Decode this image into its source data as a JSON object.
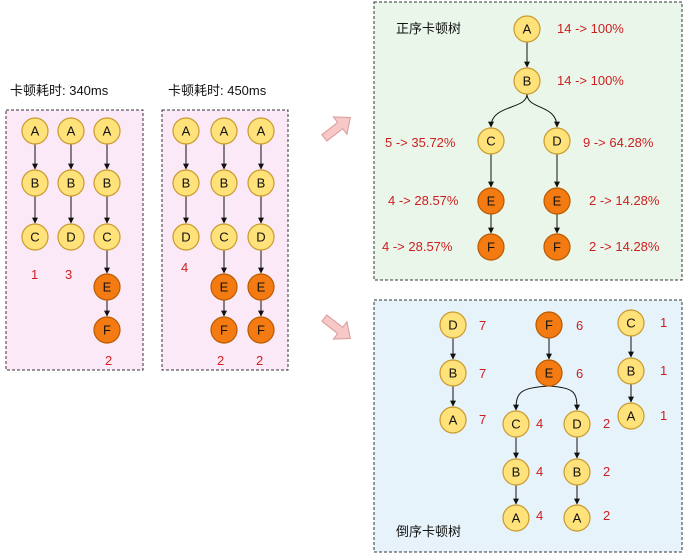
{
  "left": {
    "title1": "卡顿耗时: 340ms",
    "title2": "卡顿耗时: 450ms",
    "counts1": [
      "1",
      "3",
      "2"
    ],
    "counts2": [
      "4",
      "2",
      "2"
    ]
  },
  "forward": {
    "title": "正序卡顿树",
    "labels": [
      "14 -> 100%",
      "14 -> 100%",
      "5 -> 35.72%",
      "9 -> 64.28%",
      "4 -> 28.57%",
      "2 -> 14.28%",
      "4 -> 28.57%",
      "2 -> 14.28%"
    ]
  },
  "reverse": {
    "title": "倒序卡顿树",
    "counts": [
      "7",
      "7",
      "7",
      "6",
      "6",
      "4",
      "2",
      "4",
      "2",
      "4",
      "2",
      "1",
      "1",
      "1"
    ]
  },
  "colors": {
    "node_fill": "#ffe27a",
    "hot_node_fill": "#f47b12",
    "red_text": "#cc1f1f"
  }
}
